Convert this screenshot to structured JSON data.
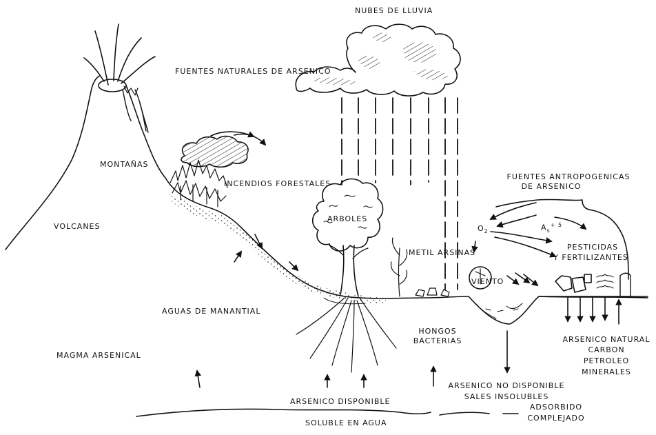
{
  "labels": {
    "nubes": "NUBES DE LLUVIA",
    "fuentes_naturales": "FUENTES NATURALES DE ARSENICO",
    "montanas": "MONTAÑAS",
    "incendios": "INCENDIOS FORESTALES",
    "volcanes": "VOLCANES",
    "arboles": "ARBOLES",
    "fuentes_antro_1": "FUENTES ANTROPOGENICAS",
    "fuentes_antro_2": "DE ARSENICO",
    "o2": "O",
    "o2_sub": "2",
    "as": "A",
    "as_sub": "s",
    "as_sup": "+ 5",
    "pesticidas_1": "PESTICIDAS",
    "pesticidas_2": "Y FERTILIZANTES",
    "metil": "METIL ARSINAS",
    "viento": "VIENTO",
    "aguas": "AGUAS DE MANANTIAL",
    "magma": "MAGMA ARSENICAL",
    "hongos": "HONGOS",
    "bacterias": "BACTERIAS",
    "natural_1": "ARSENICO NATURAL",
    "natural_2": "CARBON",
    "natural_3": "PETROLEO",
    "natural_4": "MINERALES",
    "no_disp_1": "ARSENICO NO DISPONIBLE",
    "no_disp_2": "SALES INSOLUBLES",
    "adsorbido": "ADSORBIDO",
    "complejado": "COMPLEJADO",
    "disponible": "ARSENICO DISPONIBLE",
    "soluble": "SOLUBLE EN AGUA"
  }
}
